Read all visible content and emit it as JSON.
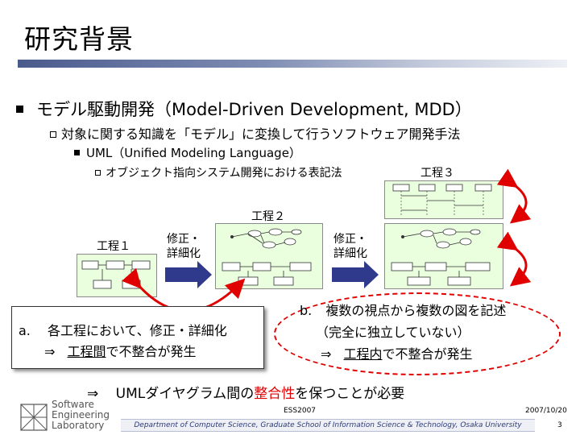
{
  "slide": {
    "title": "研究背景",
    "bullet1": "モデル駆動開発（Model-Driven Development, MDD）",
    "bullet2": "対象に関する知識を「モデル」に変換して行うソフトウェア開発手法",
    "bullet3": "UML（Unified Modeling Language）",
    "bullet4": "オブジェクト指向システム開発における表記法"
  },
  "steps": {
    "step1": "工程１",
    "step2": "工程２",
    "step3": "工程３",
    "arrow1_label_line1": "修正・",
    "arrow1_label_line2": "詳細化",
    "arrow2_label_line1": "修正・",
    "arrow2_label_line2": "詳細化"
  },
  "note_a": {
    "marker": "a.",
    "line1": "各工程において、修正・詳細化",
    "line2_arrow": "⇒",
    "line2_underlined": "工程間",
    "line2_rest": "で不整合が発生"
  },
  "note_b": {
    "marker": "b.",
    "line1": "複数の視点から複数の図を記述",
    "line2": "（完全に独立していない）",
    "line3_arrow": "⇒",
    "line3_underlined": "工程内",
    "line3_rest": "で不整合が発生"
  },
  "conclusion": {
    "arrow": "⇒",
    "before": "UMLダイヤグラム間の",
    "highlight": "整合性",
    "after": "を保つことが必要"
  },
  "footer": {
    "logo_line1": "Software",
    "logo_line2": "Engineering",
    "logo_line3": "Laboratory",
    "conference": "ESS2007",
    "date": "2007/10/20",
    "department": "Department of Computer Science, Graduate School of Information Science & Technology, Osaka University",
    "page_number": "3"
  },
  "colors": {
    "accent_red": "#e00000",
    "step_fill": "#e9ffde",
    "arrow_blue": "#2f3a8c",
    "title_bar": "#4a5a8c"
  }
}
